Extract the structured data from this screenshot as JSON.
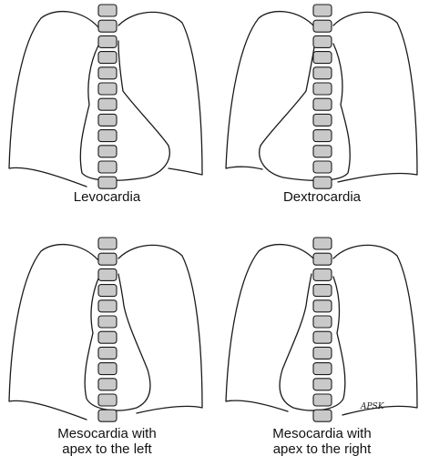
{
  "panels": [
    {
      "id": "levocardia",
      "caption_lines": [
        "Levocardia"
      ]
    },
    {
      "id": "dextrocardia",
      "caption_lines": [
        "Dextrocardia"
      ]
    },
    {
      "id": "mesocardia-left",
      "caption_lines": [
        "Mesocardia with",
        "apex to the left"
      ]
    },
    {
      "id": "mesocardia-right",
      "caption_lines": [
        "Mesocardia with",
        "apex to the right"
      ]
    }
  ],
  "signature": "APSK",
  "colors": {
    "line": "#1a1a1a",
    "vertebra_fill": "#c9c9c9",
    "background": "#ffffff"
  }
}
